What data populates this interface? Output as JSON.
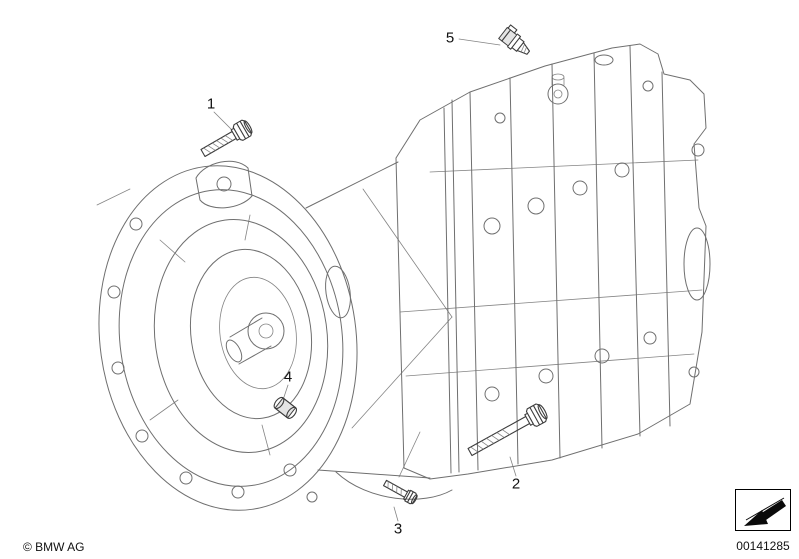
{
  "page": {
    "background": "#ffffff"
  },
  "colors": {
    "line": "#6f6f6f",
    "part_line": "#3c3c3c",
    "text": "#111111",
    "background": "#ffffff"
  },
  "drawing": {
    "subject": "gearbox-transmission-line-art",
    "parts": [
      {
        "callout": "1",
        "shape": "hex-bolt"
      },
      {
        "callout": "2",
        "shape": "hex-bolt-long"
      },
      {
        "callout": "3",
        "shape": "hex-bolt-short"
      },
      {
        "callout": "4",
        "shape": "dowel-sleeve"
      },
      {
        "callout": "5",
        "shape": "switch-sensor"
      }
    ]
  },
  "callouts": [
    {
      "label": "1"
    },
    {
      "label": "2"
    },
    {
      "label": "3"
    },
    {
      "label": "4"
    },
    {
      "label": "5"
    }
  ],
  "footer": {
    "copyright": "© BMW AG",
    "diagram_number": "00141285"
  },
  "icons": {
    "bottom_right": "direction-arrow-icon"
  }
}
